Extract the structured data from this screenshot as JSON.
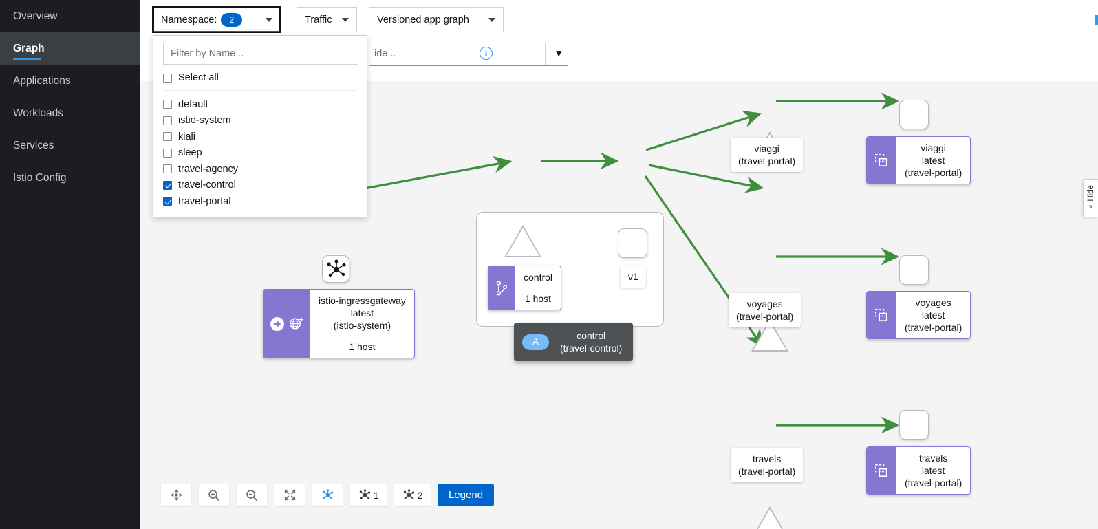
{
  "sidebar": {
    "items": [
      {
        "label": "Overview",
        "active": false
      },
      {
        "label": "Graph",
        "active": true
      },
      {
        "label": "Applications",
        "active": false
      },
      {
        "label": "Workloads",
        "active": false
      },
      {
        "label": "Services",
        "active": false
      },
      {
        "label": "Istio Config",
        "active": false
      }
    ]
  },
  "toolbar": {
    "namespace_label": "Namespace:",
    "namespace_count": "2",
    "traffic_label": "Traffic",
    "graph_type_label": "Versioned app graph",
    "hide_placeholder": "ide...",
    "info_glyph": "i"
  },
  "namespace_menu": {
    "filter_placeholder": "Filter by Name...",
    "select_all_label": "Select all",
    "select_all_state": "indeterminate",
    "items": [
      {
        "label": "default",
        "checked": false
      },
      {
        "label": "istio-system",
        "checked": false
      },
      {
        "label": "kiali",
        "checked": false
      },
      {
        "label": "sleep",
        "checked": false
      },
      {
        "label": "travel-agency",
        "checked": false
      },
      {
        "label": "travel-control",
        "checked": true
      },
      {
        "label": "travel-portal",
        "checked": true
      }
    ]
  },
  "graph": {
    "colors": {
      "edge": "#3f8f3f",
      "node_border": "#b8bbbe",
      "badge_purple": "#8476d1",
      "canvas_bg": "#f4f4f4"
    },
    "nodes": [
      {
        "id": "ingressgateway",
        "kind": "service-node",
        "label_lines": [
          "istio-ingressgateway",
          "latest",
          "(istio-system)"
        ],
        "sub_label": "1 host",
        "badge_icons": [
          "arrow-right-circle-icon",
          "gateway-globe-icon"
        ]
      },
      {
        "id": "control-service",
        "kind": "triangle-service",
        "label_lines": [
          "control"
        ],
        "sub_label": "1 host",
        "badge_icons": [
          "virtual-service-icon"
        ]
      },
      {
        "id": "control-v1",
        "kind": "box-workload",
        "label_lines": [
          "v1"
        ]
      },
      {
        "id": "viaggi-service",
        "kind": "triangle-service",
        "label_lines": [
          "viaggi",
          "(travel-portal)"
        ]
      },
      {
        "id": "viaggi-app",
        "kind": "box-app",
        "label_lines": [
          "viaggi",
          "latest",
          "(travel-portal)"
        ],
        "badge_icons": [
          "workload-entry-icon"
        ]
      },
      {
        "id": "voyages-service",
        "kind": "triangle-service",
        "label_lines": [
          "voyages",
          "(travel-portal)"
        ]
      },
      {
        "id": "voyages-app",
        "kind": "box-app",
        "label_lines": [
          "voyages",
          "latest",
          "(travel-portal)"
        ],
        "badge_icons": [
          "workload-entry-icon"
        ]
      },
      {
        "id": "travels-service",
        "kind": "triangle-service",
        "label_lines": [
          "travels",
          "(travel-portal)"
        ]
      },
      {
        "id": "travels-app",
        "kind": "box-app",
        "label_lines": [
          "travels",
          "latest",
          "(travel-portal)"
        ],
        "badge_icons": [
          "workload-entry-icon"
        ]
      }
    ],
    "labels": {
      "ingress_line1": "istio-ingressgateway",
      "ingress_line2": "latest",
      "ingress_line3": "(istio-system)",
      "ingress_hosts": "1 host",
      "control_name": "control",
      "control_hosts": "1 host",
      "v1": "v1",
      "viaggi_name": "viaggi",
      "viaggi_ns": "(travel-portal)",
      "viaggi_app_name": "viaggi",
      "viaggi_app_ver": "latest",
      "viaggi_app_ns": "(travel-portal)",
      "voyages_name": "voyages",
      "voyages_ns": "(travel-portal)",
      "voyages_app_name": "voyages",
      "voyages_app_ver": "latest",
      "voyages_app_ns": "(travel-portal)",
      "travels_name": "travels",
      "travels_ns": "(travel-portal)",
      "travels_app_name": "travels",
      "travels_app_ver": "latest",
      "travels_app_ns": "(travel-portal)"
    },
    "tooltip": {
      "badge": "A",
      "line1": "control",
      "line2": "(travel-control)"
    }
  },
  "bottom_toolbar": {
    "buttons": [
      {
        "name": "pan-icon",
        "label": ""
      },
      {
        "name": "zoom-in-icon",
        "label": ""
      },
      {
        "name": "zoom-out-icon",
        "label": ""
      },
      {
        "name": "fit-to-screen-icon",
        "label": ""
      },
      {
        "name": "layout-default-icon",
        "label": ""
      },
      {
        "name": "layout-1-icon",
        "label": "1"
      },
      {
        "name": "layout-2-icon",
        "label": "2"
      }
    ],
    "legend_label": "Legend"
  },
  "side_tab": {
    "label": "Hide",
    "chevron": "»"
  }
}
